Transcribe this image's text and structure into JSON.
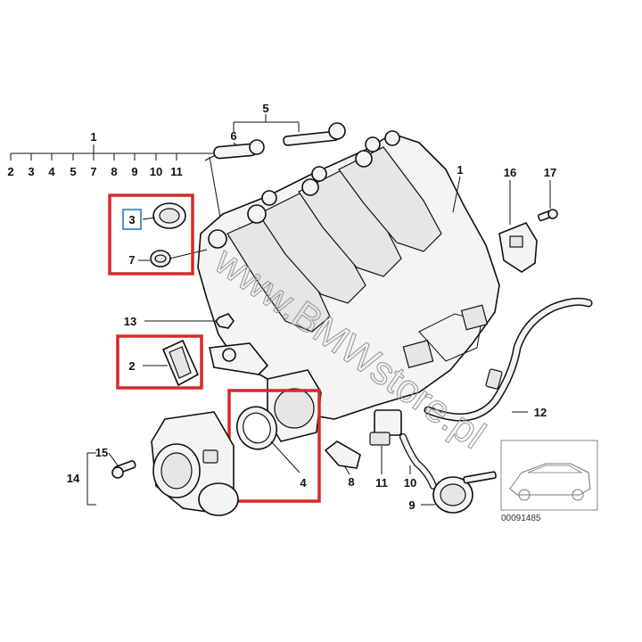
{
  "labels": {
    "l1a": "1",
    "l1b": "1",
    "l2": "2",
    "l3": "3",
    "l4": "4",
    "l5": "5",
    "l6": "6",
    "l7": "7",
    "l8": "8",
    "l9": "9",
    "l10": "10",
    "l11": "11",
    "l12": "12",
    "l13": "13",
    "l14": "14",
    "l15": "15",
    "l16": "16",
    "l17": "17"
  },
  "scale_numbers": [
    "2",
    "3",
    "4",
    "5",
    "7",
    "8",
    "9",
    "10",
    "11"
  ],
  "watermark": "www.BMWstore.pl",
  "diagram_code": "00091485",
  "colors": {
    "highlight": "#d42a2a",
    "selected": "#2e7fb8",
    "line": "#111111",
    "watermark": "#9a9a9a"
  }
}
